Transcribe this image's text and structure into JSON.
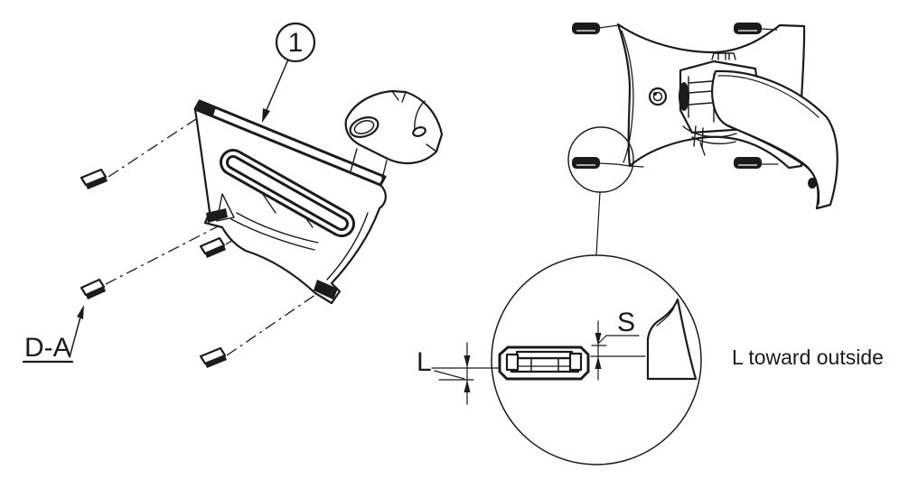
{
  "colors": {
    "ink": "#1b1b1b",
    "background": "#ffffff"
  },
  "exploded_view": {
    "balloon_label": "1",
    "section_label": "D-A"
  },
  "detail_view": {
    "dim_height_label": "S",
    "dim_lip_label": "L",
    "annotation": "L toward outside"
  }
}
